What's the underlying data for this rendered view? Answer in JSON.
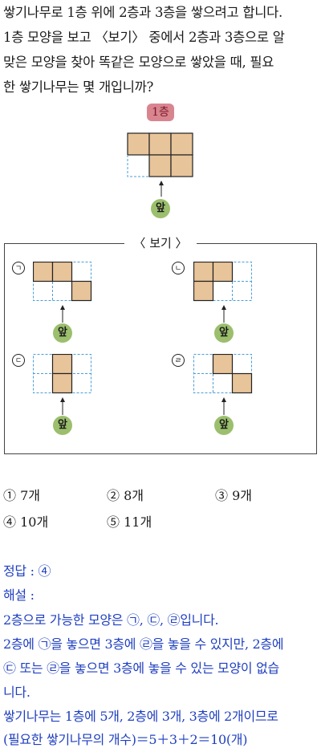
{
  "question": {
    "lines": [
      "쌓기나무로 1층 위에 2층과 3층을 쌓으려고 합니다.",
      "1층 모양을 보고 〈보기〉 중에서 2층과 3층으로 알",
      "맞은 모양을 찾아 똑같은 모양으로 쌓았을 때, 필요",
      "한 쌓기나무는 몇 개입니까?"
    ]
  },
  "floor1": {
    "label": "1층",
    "front_label": "앞"
  },
  "bogi": {
    "title": "〈 보기 〉",
    "items": [
      {
        "marker": "ㄱ",
        "front_label": "앞"
      },
      {
        "marker": "ㄴ",
        "front_label": "앞"
      },
      {
        "marker": "ㄷ",
        "front_label": "앞"
      },
      {
        "marker": "ㄹ",
        "front_label": "앞"
      }
    ]
  },
  "choices": [
    {
      "num": "①",
      "text": "7개"
    },
    {
      "num": "②",
      "text": "8개"
    },
    {
      "num": "③",
      "text": "9개"
    },
    {
      "num": "④",
      "text": "10개"
    },
    {
      "num": "⑤",
      "text": "11개"
    }
  ],
  "answer": {
    "label": "정답 : ④",
    "expl_label": "해설 :",
    "lines": [
      "2층으로 가능한 모양은 ㉠, ㉢, ㉣입니다.",
      "2층에 ㉠을 놓으면 3층에 ㉣을 놓을 수 있지만, 2층에",
      "㉢ 또는 ㉣을 놓으면 3층에 놓을 수 있는 모양이 없습",
      "니다.",
      "쌓기나무는 1층에 5개, 2층에 3개, 3층에 2개이므로",
      "(필요한 쌓기나무의 개수)＝5＋3＋2＝10(개)"
    ]
  },
  "colors": {
    "block": "#e8c49a",
    "answer_text": "#1f3fbf",
    "dashed": "#4a9fd6",
    "front_circle": "#9bbf6d",
    "badge": "#d9858f"
  }
}
